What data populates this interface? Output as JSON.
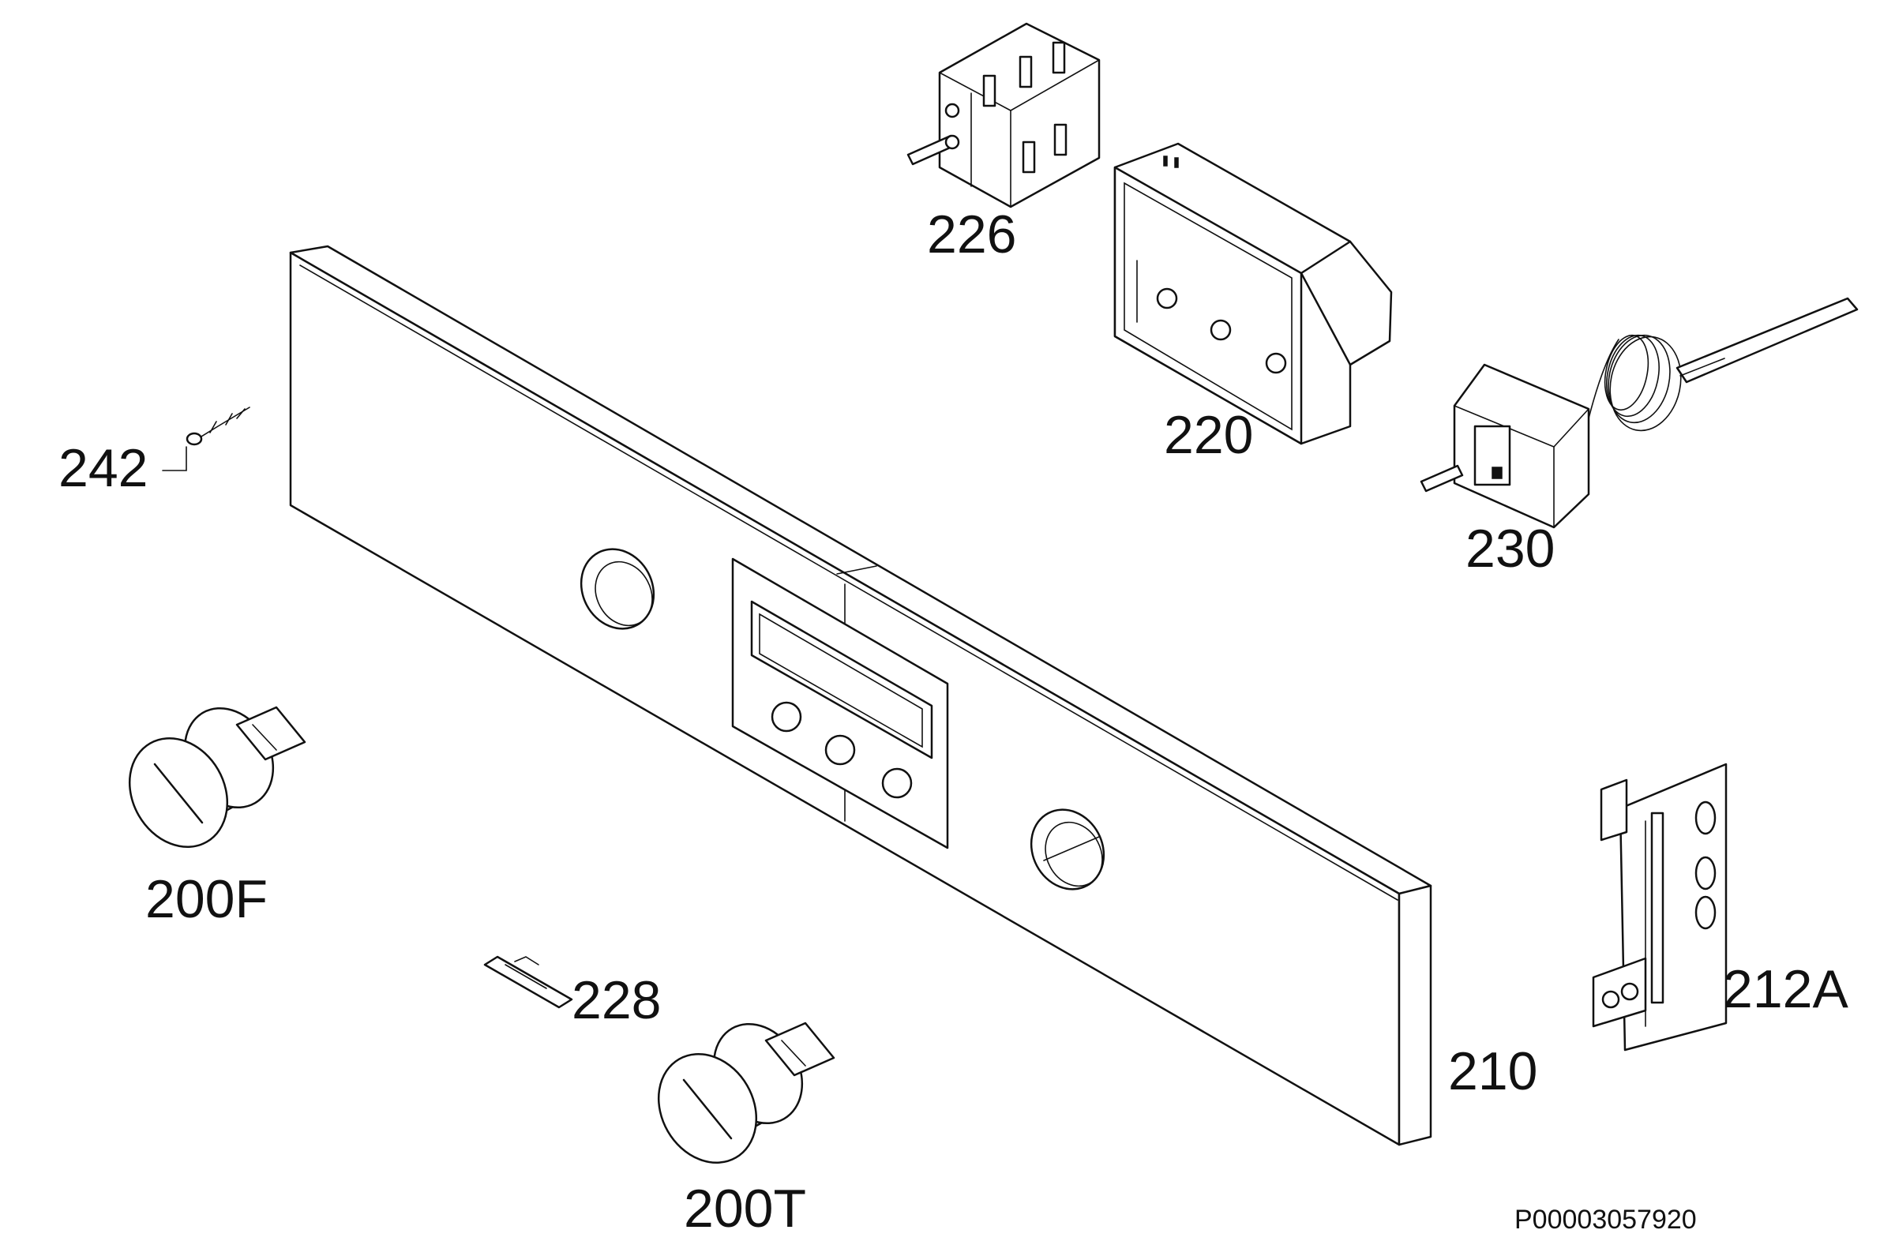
{
  "labels": {
    "p226": "226",
    "p220": "220",
    "p242": "242",
    "p230": "230",
    "p200F": "200F",
    "p228": "228",
    "p210": "210",
    "p212A": "212A",
    "p200T": "200T"
  },
  "reference": "P00003057920"
}
